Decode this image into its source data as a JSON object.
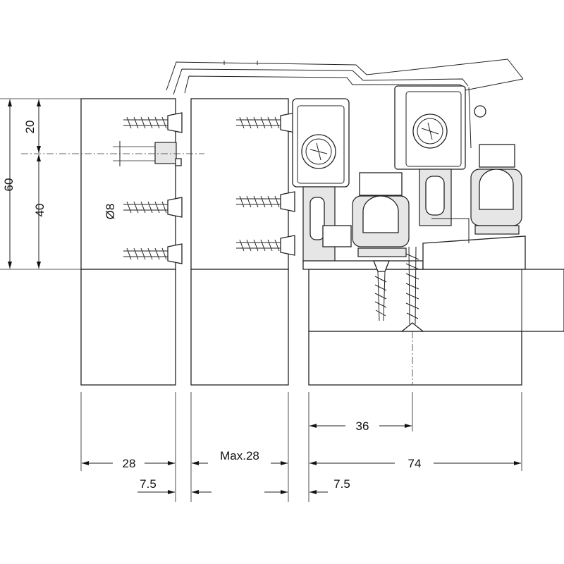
{
  "dimensions": {
    "height_total": "60",
    "height_top": "20",
    "height_bottom": "40",
    "dowel_diameter": "Ø8",
    "left_width": "28",
    "left_offset": "7.5",
    "middle_width": "Max.28",
    "right_width": "74",
    "right_mid": "36",
    "right_offset": "7.5"
  }
}
